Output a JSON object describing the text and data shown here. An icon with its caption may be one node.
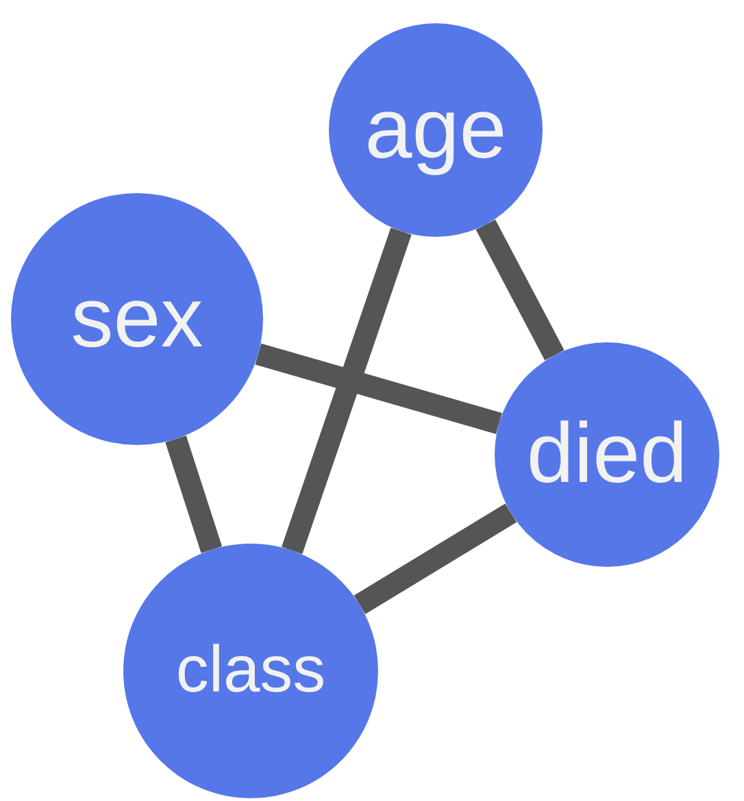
{
  "diagram": {
    "nodes": [
      {
        "text": [
          "age"
        ]
      },
      {
        "text": [
          "sex"
        ]
      },
      {
        "text": [
          "died"
        ]
      },
      {
        "text": [
          "class"
        ]
      }
    ],
    "edges": [
      {
        "from": 0,
        "to": 2,
        "arrow": "none"
      },
      {
        "from": 0,
        "to": 3,
        "arrow": "none"
      },
      {
        "from": 1,
        "to": 2,
        "arrow": "none"
      },
      {
        "from": 1,
        "to": 3,
        "arrow": "none"
      },
      {
        "from": 3,
        "to": 2,
        "arrow": "none"
      }
    ]
  }
}
